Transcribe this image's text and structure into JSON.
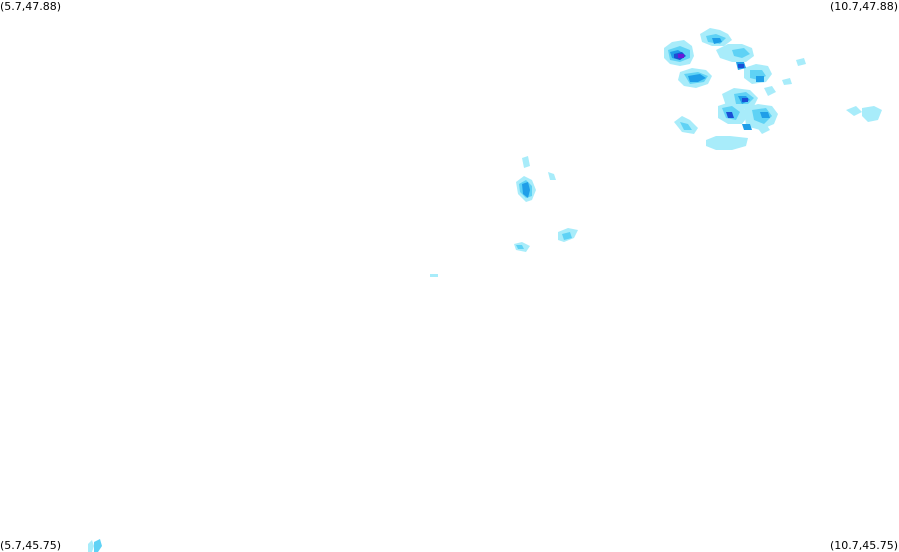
{
  "corners": {
    "top_left": "(5.7,47.88)",
    "top_right": "(10.7,47.88)",
    "bottom_left": "(5.7,45.75)",
    "bottom_right": "(10.7,45.75)"
  },
  "colors": {
    "background": "#ffffff",
    "light": "#a8ecfa",
    "medium_light": "#5fd2f5",
    "medium": "#1f9ee8",
    "strong": "#1a4fd6",
    "very_strong": "#6a1ad6"
  }
}
